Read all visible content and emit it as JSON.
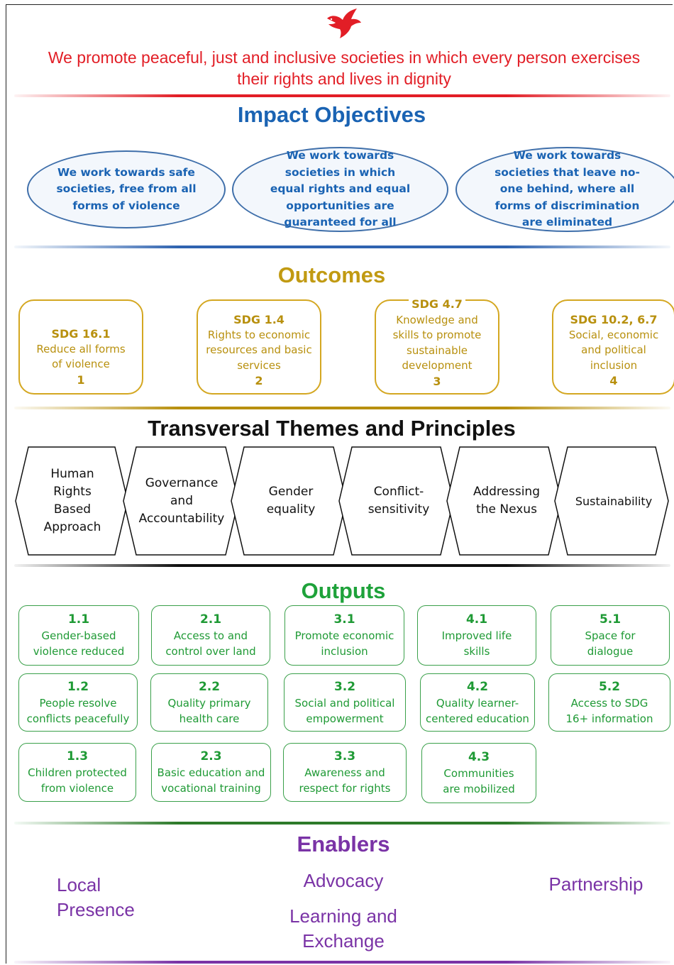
{
  "logo": {
    "icon": "dove-icon",
    "color": "#e21e26"
  },
  "mission": "We promote peaceful, just and inclusive societies in which every person exercises their rights and lives in dignity",
  "impact": {
    "title": "Impact Objectives",
    "items": [
      "We work towards safe societies, free from all forms of violence",
      "We work towards societies in which equal rights and equal opportunities are guaranteed for all",
      "We work towards societies that leave no-one behind, where all forms of discrimination are eliminated"
    ]
  },
  "outcomes": {
    "title": "Outcomes",
    "items": [
      {
        "sdg": "SDG 16.1",
        "text": "Reduce all forms of violence",
        "num": "1"
      },
      {
        "sdg": "SDG 1.4",
        "text": "Rights to economic resources and basic services",
        "num": "2"
      },
      {
        "sdg": "SDG 4.7",
        "text": "Knowledge and skills to promote sustainable development",
        "num": "3"
      },
      {
        "sdg": "SDG 10.2, 6.7",
        "text": "Social, economic and political inclusion",
        "num": "4"
      }
    ]
  },
  "themes": {
    "title": "Transversal Themes and Principles",
    "items": [
      "Human Rights Based Approach",
      "Governance and Accountability",
      "Gender equality",
      "Conflict-sensitivity",
      "Addressing the Nexus",
      "Sustainability"
    ]
  },
  "outputs": {
    "title": "Outputs",
    "items": [
      {
        "code": "1.1",
        "text": "Gender-based violence reduced"
      },
      {
        "code": "1.2",
        "text": "People resolve conflicts peacefully"
      },
      {
        "code": "1.3",
        "text": "Children protected from violence"
      },
      {
        "code": "2.1",
        "text": "Access to and control over land"
      },
      {
        "code": "2.2",
        "text": "Quality primary health care"
      },
      {
        "code": "2.3",
        "text": "Basic education and vocational training"
      },
      {
        "code": "3.1",
        "text": "Promote economic inclusion"
      },
      {
        "code": "3.2",
        "text": "Social and political empowerment"
      },
      {
        "code": "3.3",
        "text": "Awareness and respect for rights"
      },
      {
        "code": "4.1",
        "text": "Improved life skills"
      },
      {
        "code": "4.2",
        "text": "Quality learner-centered education"
      },
      {
        "code": "4.3",
        "text": "Communities are mobilized"
      },
      {
        "code": "5.1",
        "text": "Space for dialogue"
      },
      {
        "code": "5.2",
        "text": "Access to SDG 16+ information"
      }
    ]
  },
  "enablers": {
    "title": "Enablers",
    "items": [
      "Local Presence",
      "Advocacy",
      "Learning and Exchange",
      "Partnership"
    ]
  },
  "colors": {
    "red": "#e21e26",
    "blue": "#1a63b3",
    "gold": "#c19a12",
    "green": "#1ea23a",
    "purple": "#7a33a6"
  }
}
